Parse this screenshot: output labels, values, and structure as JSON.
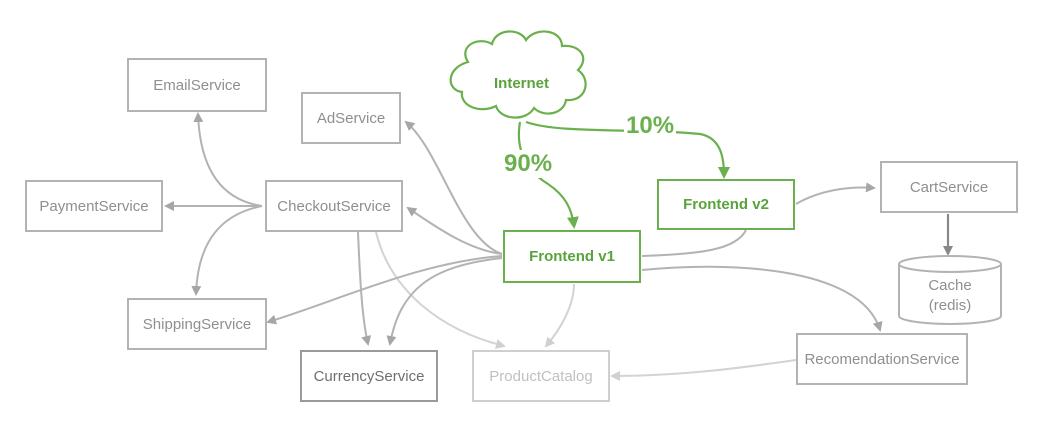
{
  "nodes": {
    "internet": "Internet",
    "email": "EmailService",
    "ad": "AdService",
    "payment": "PaymentService",
    "checkout": "CheckoutService",
    "shipping": "ShippingService",
    "currency": "CurrencyService",
    "catalog": "ProductCatalog",
    "frontend_v1": "Frontend v1",
    "frontend_v2": "Frontend v2",
    "cart": "CartService",
    "cache_line1": "Cache",
    "cache_line2": "(redis)",
    "recommendation": "RecomendationService"
  },
  "traffic": {
    "v1_share": "90%",
    "v2_share": "10%"
  },
  "colors": {
    "highlight": "#6ab04c",
    "edge": "#b3b3b3",
    "edge_faded": "#d3d3d3",
    "text": "#8f8f8f"
  }
}
